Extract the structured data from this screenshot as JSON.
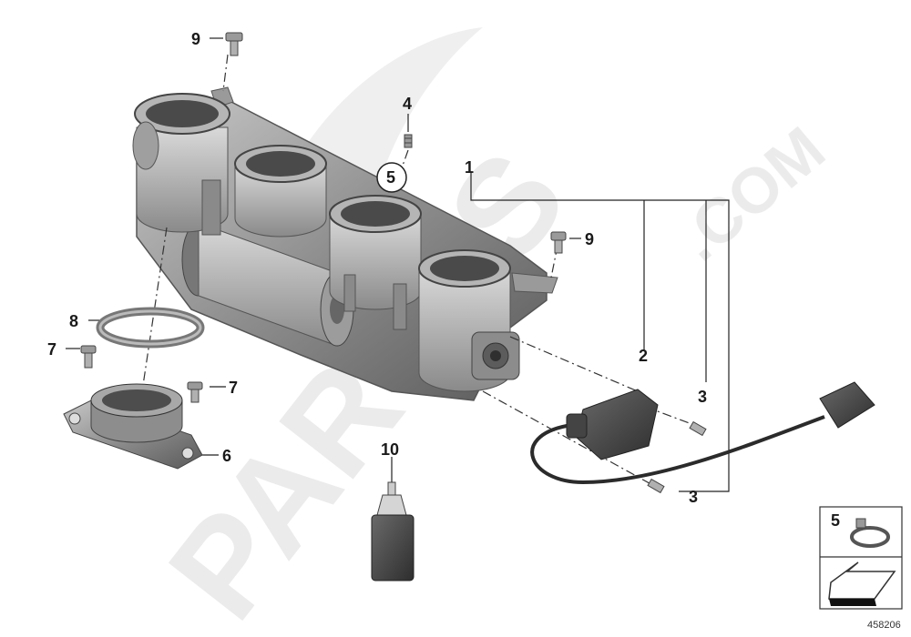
{
  "diagram_id": "458206",
  "watermark": {
    "brand": "PARTSS",
    "domain": ".COM"
  },
  "callouts": [
    {
      "id": "c1",
      "label": "1"
    },
    {
      "id": "c2",
      "label": "2"
    },
    {
      "id": "c3a",
      "label": "3"
    },
    {
      "id": "c3b",
      "label": "3"
    },
    {
      "id": "c4",
      "label": "4"
    },
    {
      "id": "c5",
      "label": "5"
    },
    {
      "id": "c6",
      "label": "6"
    },
    {
      "id": "c7a",
      "label": "7"
    },
    {
      "id": "c7b",
      "label": "7"
    },
    {
      "id": "c8",
      "label": "8"
    },
    {
      "id": "c9a",
      "label": "9"
    },
    {
      "id": "c9b",
      "label": "9"
    },
    {
      "id": "c10",
      "label": "10"
    }
  ],
  "legend": {
    "item_label": "5"
  }
}
